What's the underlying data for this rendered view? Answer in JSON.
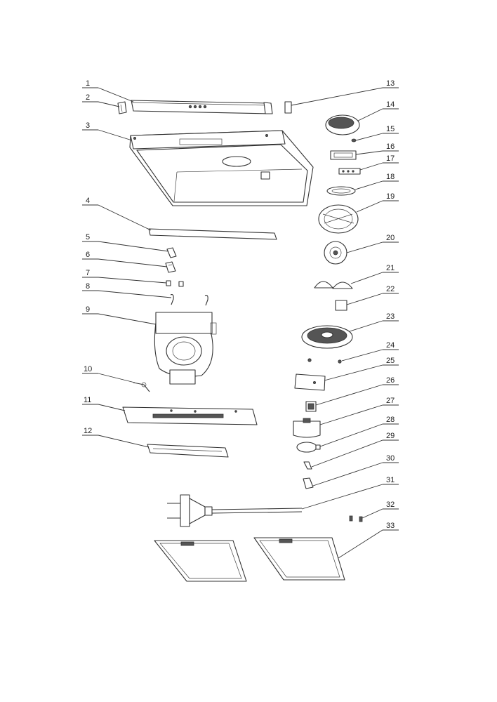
{
  "part_numbers": [
    "1",
    "2",
    "3",
    "4",
    "5",
    "6",
    "7",
    "8",
    "9",
    "10",
    "11",
    "12",
    "13",
    "14",
    "15",
    "16",
    "17",
    "18",
    "19",
    "20",
    "21",
    "22",
    "23",
    "24",
    "25",
    "26",
    "27",
    "28",
    "29",
    "30",
    "31",
    "32",
    "33"
  ]
}
